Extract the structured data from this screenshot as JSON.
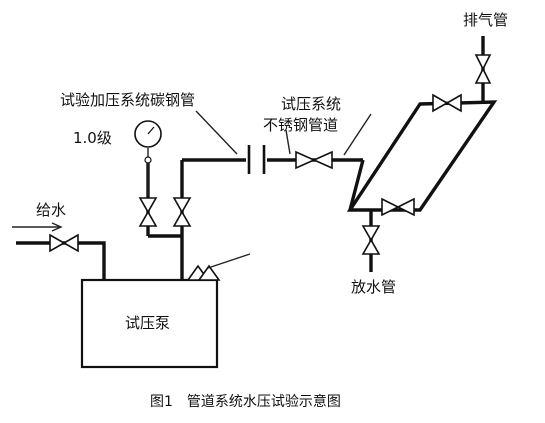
{
  "labels": {
    "vent_pipe": "排气管",
    "carbon_steel_pipe": "试验加压系统碳钢管",
    "pressure_system_line1": "试压系统",
    "pressure_system_line2": "不锈钢管道",
    "gauge_grade": "1.0级",
    "water_supply": "给水",
    "drain_pipe": "放水管",
    "pump": "试压泵"
  },
  "caption": "图1　管道系统水压试验示意图"
}
